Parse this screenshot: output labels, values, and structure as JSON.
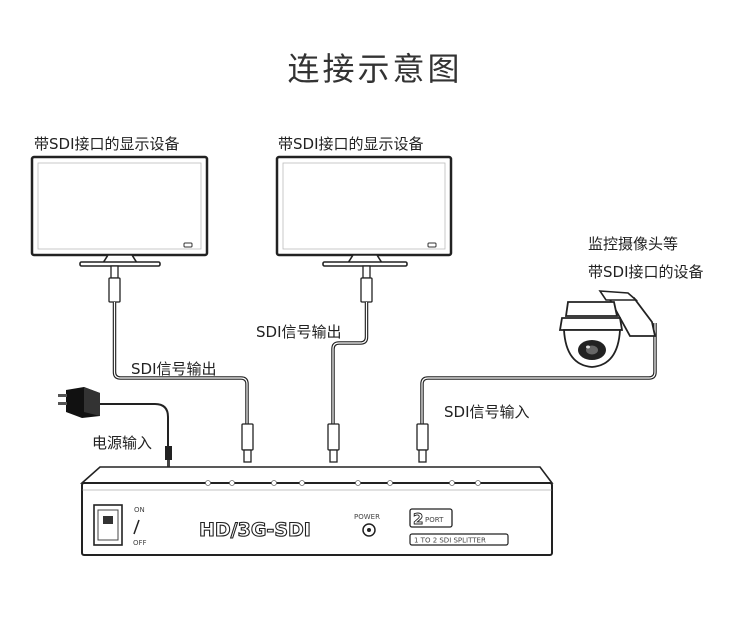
{
  "title": "连接示意图",
  "monitor_left_label": "带SDI接口的显示设备",
  "monitor_right_label": "带SDI接口的显示设备",
  "camera_label_line1": "监控摄像头等",
  "camera_label_line2": "带SDI接口的设备",
  "output_label_left": "SDI信号输出",
  "output_label_right": "SDI信号输出",
  "input_label": "SDI信号输入",
  "power_label": "电源输入",
  "device": {
    "switch_on": "ON",
    "switch_off": "OFF",
    "model": "HD/3G-SDI",
    "power_text": "POWER",
    "badge_number": "2",
    "badge_text": "PORT",
    "strip_text": "1 TO 2 SDI SPLITTER"
  }
}
